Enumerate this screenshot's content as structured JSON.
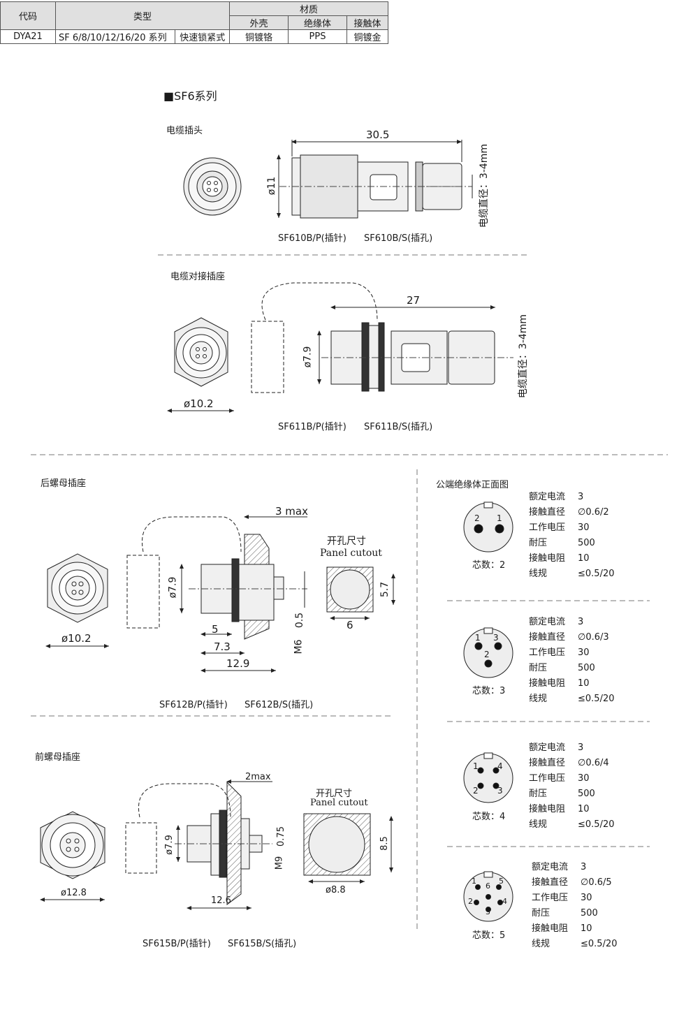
{
  "table": {
    "col_code": "代码",
    "col_type": "类型",
    "col_material": "材质",
    "col_shell": "外壳",
    "col_insulator": "绝缘体",
    "col_contact": "接触体",
    "row_code": "DYA21",
    "row_series": "SF 6/8/10/12/16/20 系列",
    "row_lock": "快速锁紧式",
    "row_shell": "铜镀铬",
    "row_insulator": "PPS",
    "row_contact": "铜镀金"
  },
  "section_title": "■SF6系列",
  "cable_plug": {
    "label": "电缆插头",
    "dim_length": "30.5",
    "dim_dia": "ø11",
    "cable_dia": "电缆直径：3-4mm",
    "caption_p": "SF610B/P(插针)",
    "caption_s": "SF610B/S(插孔)"
  },
  "cable_socket": {
    "label": "电缆对接插座",
    "dim_length": "27",
    "dim_dia": "ø7.9",
    "dim_front": "ø10.2",
    "cable_dia": "电缆直径：3-4mm",
    "caption_p": "SF611B/P(插针)",
    "caption_s": "SF611B/S(插孔)"
  },
  "rear_nut": {
    "label": "后螺母插座",
    "dim_max": "3 max",
    "dim_dia": "ø7.9",
    "dim_front": "ø10.2",
    "dim_5": "5",
    "dim_73": "7.3",
    "dim_129": "12.9",
    "dim_05": "0.5",
    "dim_m6": "M6",
    "cutout_cn": "开孔尺寸",
    "cutout_en": "Panel cutout",
    "cutout_w": "6",
    "cutout_h": "5.7",
    "caption_p": "SF612B/P(插针)",
    "caption_s": "SF612B/S(插孔)"
  },
  "front_nut": {
    "label": "前螺母插座",
    "dim_max": "2max",
    "dim_dia": "ø7.9",
    "dim_front": "ø12.8",
    "dim_126": "12.6",
    "dim_075": "0.75",
    "dim_m9": "M9",
    "cutout_cn": "开孔尺寸",
    "cutout_en": "Panel cutout",
    "cutout_w": "ø8.8",
    "cutout_h": "8.5",
    "caption_p": "SF615B/P(插针)",
    "caption_s": "SF615B/S(插孔)"
  },
  "insulator": {
    "label": "公端绝缘体正面图",
    "spec_keys": [
      "额定电流",
      "接触直径",
      "工作电压",
      "耐压",
      "接触电阻",
      "线规"
    ],
    "items": [
      {
        "core": "芯数：2",
        "pins": [
          "2",
          "1"
        ],
        "values": [
          "3",
          "∅0.6/2",
          "30",
          "500",
          "10",
          "≤0.5/20"
        ]
      },
      {
        "core": "芯数：3",
        "pins": [
          "1",
          "3",
          "2"
        ],
        "values": [
          "3",
          "∅0.6/3",
          "30",
          "500",
          "10",
          "≤0.5/20"
        ]
      },
      {
        "core": "芯数：4",
        "pins": [
          "1",
          "4",
          "2",
          "3"
        ],
        "values": [
          "3",
          "∅0.6/4",
          "30",
          "500",
          "10",
          "≤0.5/20"
        ]
      },
      {
        "core": "芯数：5",
        "pins": [
          "1",
          "5",
          "6",
          "2",
          "4",
          "3"
        ],
        "values": [
          "3",
          "∅0.6/5",
          "30",
          "500",
          "10",
          "≤0.5/20"
        ]
      }
    ]
  }
}
